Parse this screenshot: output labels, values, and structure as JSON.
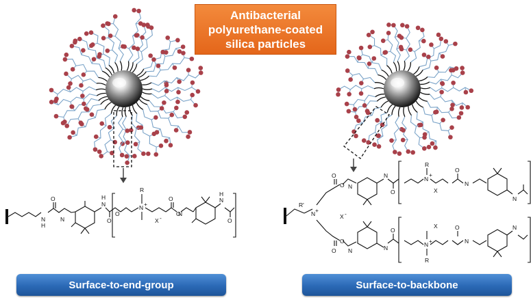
{
  "title": {
    "lines": [
      "Antibacterial",
      "polyurethane-coated",
      "silica particles"
    ]
  },
  "labels": {
    "left": "Surface-to-end-group",
    "right": "Surface-to-backbone"
  },
  "colors": {
    "title_bg": "#ec7428",
    "button_bg": "#2b69b6",
    "chain": "#7aa3c8",
    "bead": "#a9414a",
    "core_spoke": "#111111"
  },
  "chem": {
    "R": "R",
    "Rprime": "R'",
    "N": "N",
    "plus": "+",
    "X": "X",
    "minus": "-",
    "O": "O",
    "H": "H"
  }
}
